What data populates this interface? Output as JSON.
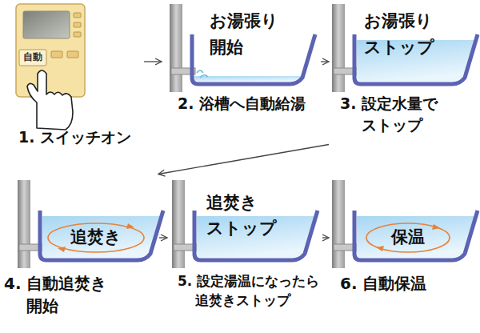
{
  "diagram": {
    "nodes": [
      {
        "text": [
          "自動",
          "1. スイッチオン"
        ]
      },
      {
        "text": [
          "お湯張り 開始",
          "2. 浴槽へ自動給湯"
        ]
      },
      {
        "text": [
          "お湯張り ストップ",
          "3. 設定水量で ストップ"
        ]
      },
      {
        "text": [
          "追焚き",
          "4. 自動追焚き 開始"
        ]
      },
      {
        "text": [
          "追焚き ストップ",
          "5. 設定湯温になったら 追焚きストップ"
        ]
      },
      {
        "text": [
          "保温",
          "6. 自動保温"
        ]
      }
    ],
    "edges": [
      {
        "from": 0,
        "to": 1,
        "arrow": "to"
      },
      {
        "from": 1,
        "to": 2,
        "arrow": "to"
      },
      {
        "from": 2,
        "to": 3,
        "arrow": "to"
      },
      {
        "from": 3,
        "to": 4,
        "arrow": "to"
      },
      {
        "from": 4,
        "to": 5,
        "arrow": "to"
      }
    ]
  }
}
